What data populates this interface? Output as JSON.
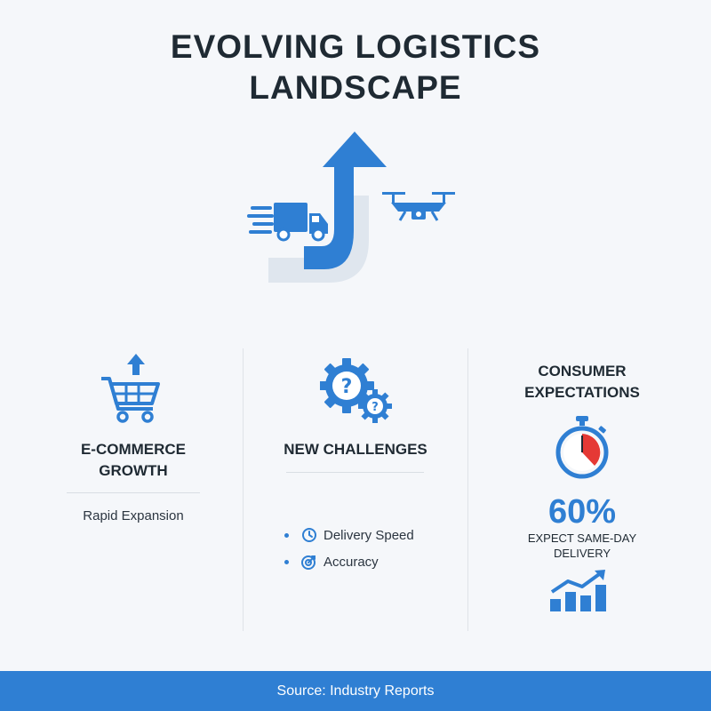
{
  "title": {
    "line1": "EVOLVING LOGISTICS",
    "line2": "LANDSCAPE"
  },
  "colors": {
    "accent": "#2f7fd3",
    "alert": "#e53935",
    "text": "#1f2a33",
    "footer_bg": "#2f7fd3"
  },
  "hero": {
    "icons": [
      "delivery-truck-icon",
      "growth-arrow-icon",
      "drone-icon"
    ]
  },
  "columns": {
    "ecommerce": {
      "icon": "shopping-cart-icon",
      "heading_line1": "E-COMMERCE",
      "heading_line2": "GROWTH",
      "subtext": "Rapid Expansion"
    },
    "challenges": {
      "icon": "gear-question-icon",
      "heading": "NEW CHALLENGES",
      "bullets": [
        {
          "icon": "clock-icon",
          "label": "Delivery Speed"
        },
        {
          "icon": "target-icon",
          "label": "Accuracy"
        }
      ]
    },
    "consumer": {
      "heading_line1": "CONSUMER",
      "heading_line2": "EXPECTATIONS",
      "icon": "stopwatch-icon",
      "stat": "60%",
      "caption_line1": "EXPECT SAME-DAY",
      "caption_line2": "DELIVERY",
      "chart_icon": "bar-chart-growth-icon"
    }
  },
  "footer": {
    "text": "Source: Industry Reports"
  }
}
